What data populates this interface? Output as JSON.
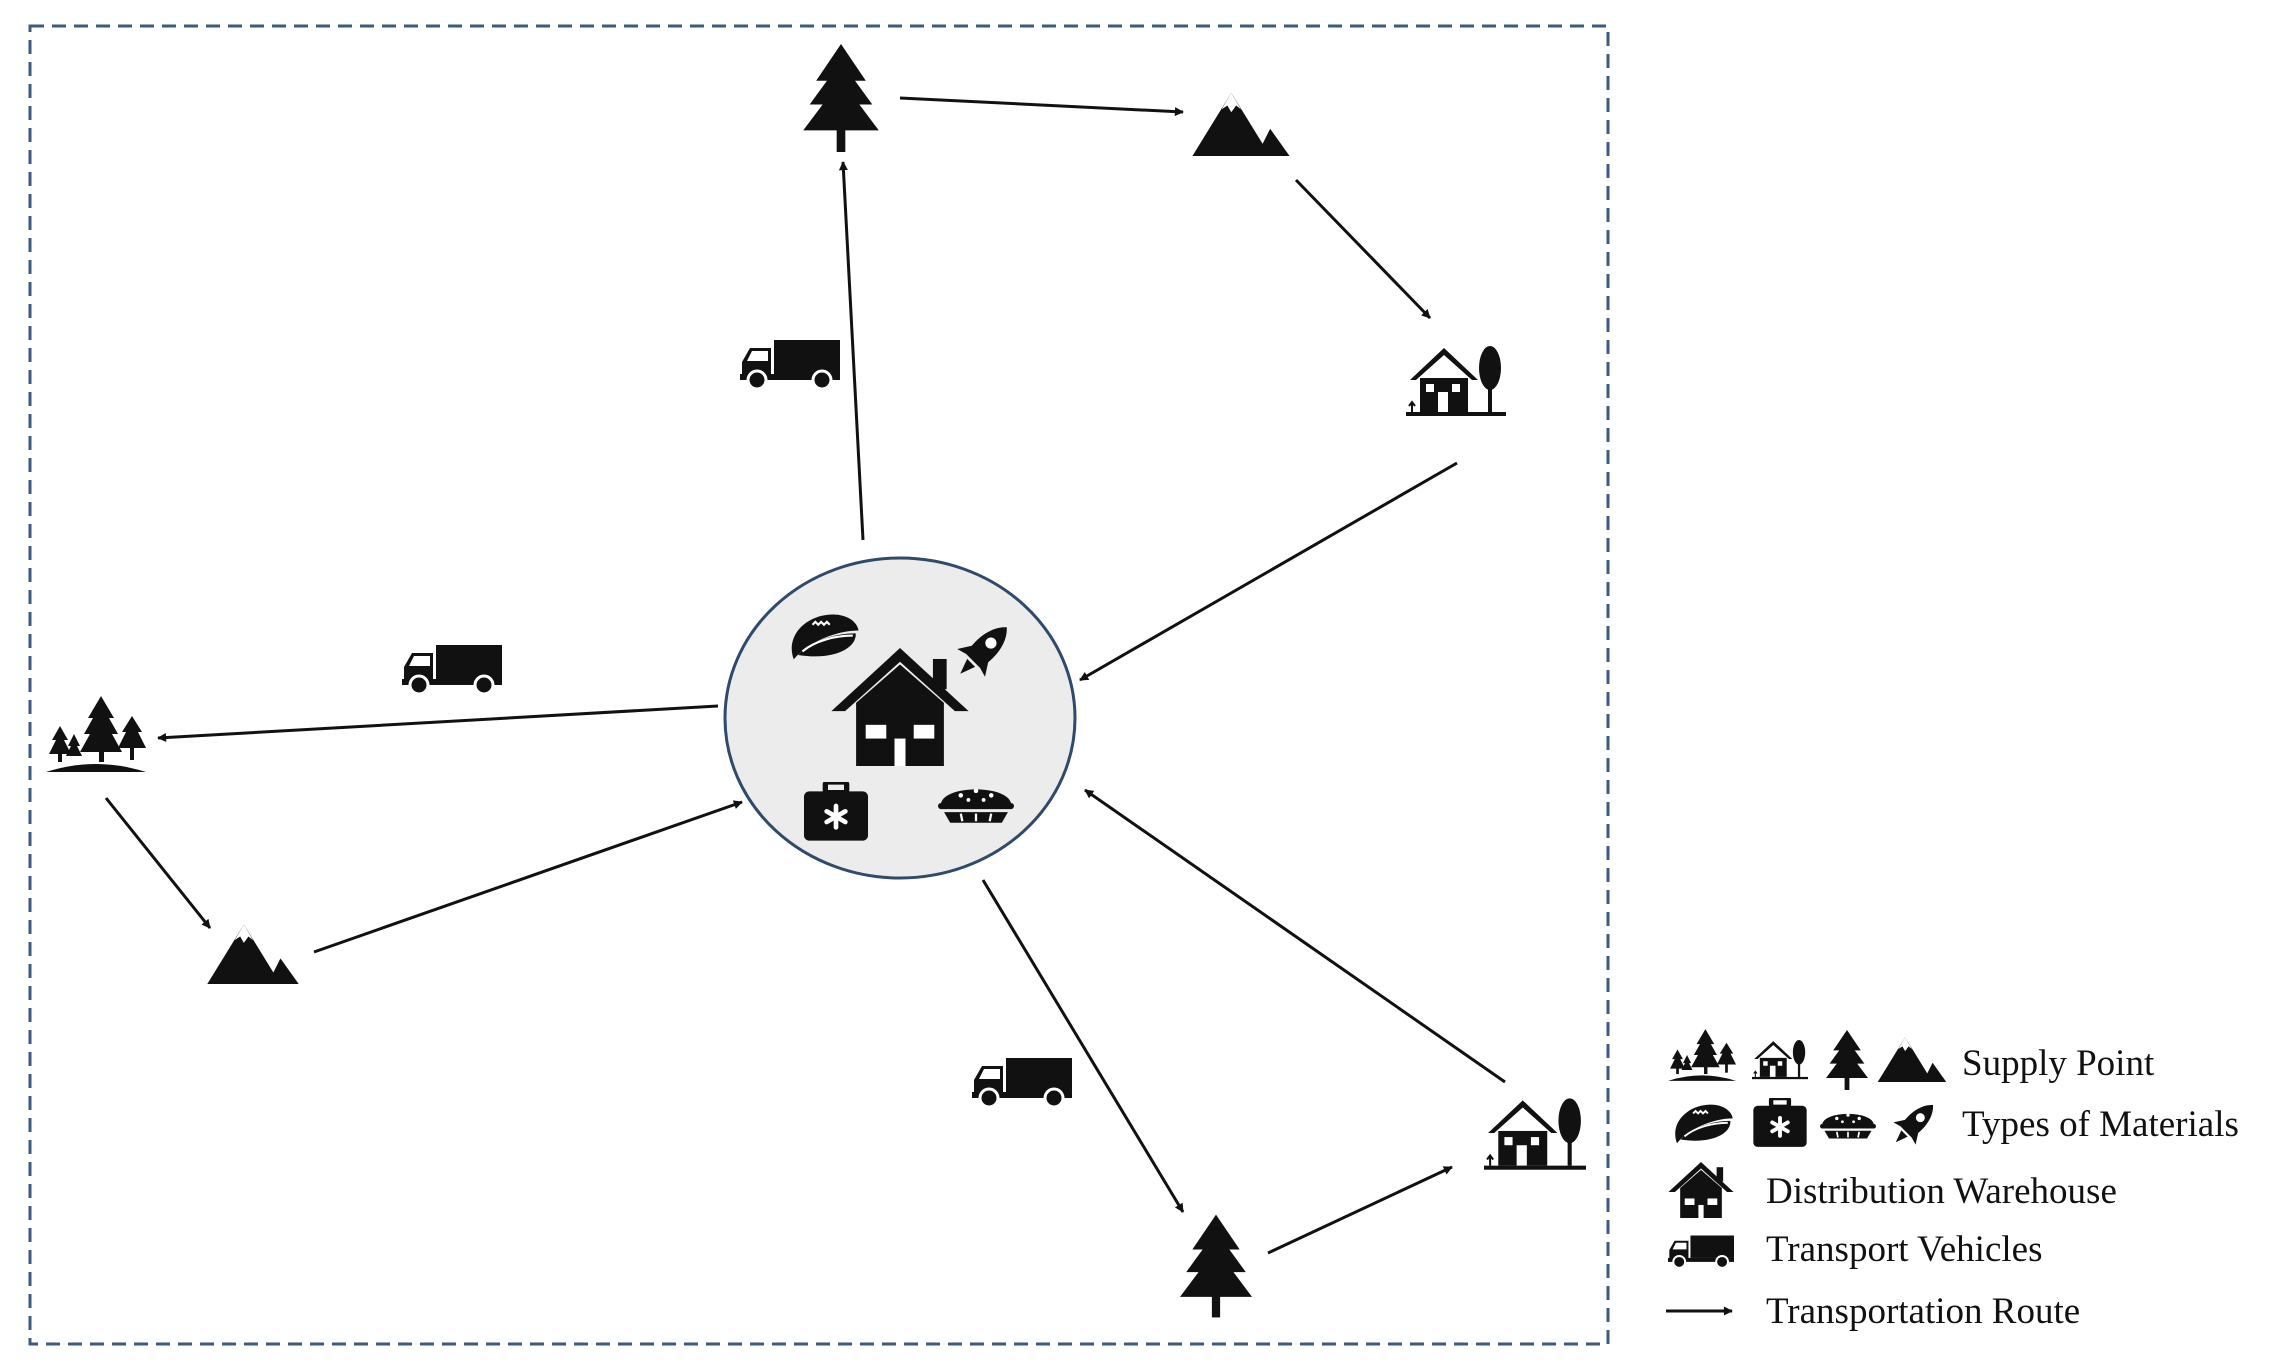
{
  "colors": {
    "border": "#3d5a80",
    "ink": "#111111",
    "hub_fill": "#ececec",
    "hub_stroke": "#2f4a6b"
  },
  "legend": {
    "supply_point": "Supply Point",
    "materials": "Types of Materials",
    "warehouse": "Distribution Warehouse",
    "vehicles": "Transport Vehicles",
    "route": "Transportation Route"
  },
  "icons": {
    "supply_points": [
      "forest-icon",
      "house-icon",
      "tree-icon",
      "mountain-icon"
    ],
    "materials": [
      "taco-icon",
      "medical-kit-icon",
      "pie-icon",
      "rocket-icon"
    ],
    "warehouse": "warehouse-icon",
    "vehicle": "truck-icon"
  }
}
